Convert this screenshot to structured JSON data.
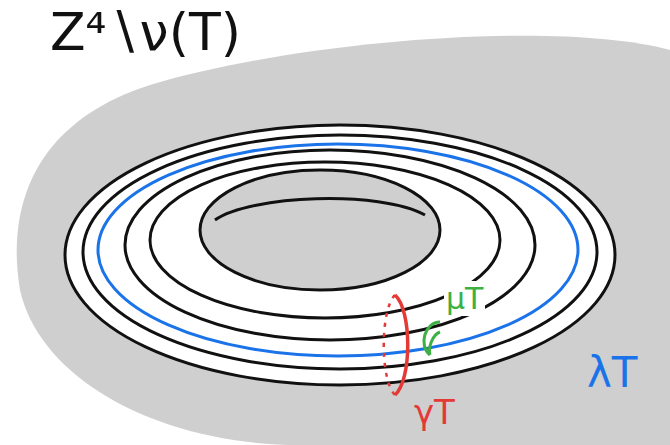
{
  "diagram": {
    "labels": [
      "Z⁴∖ν(T)",
      "μT",
      "λT",
      "γT"
    ]
  }
}
